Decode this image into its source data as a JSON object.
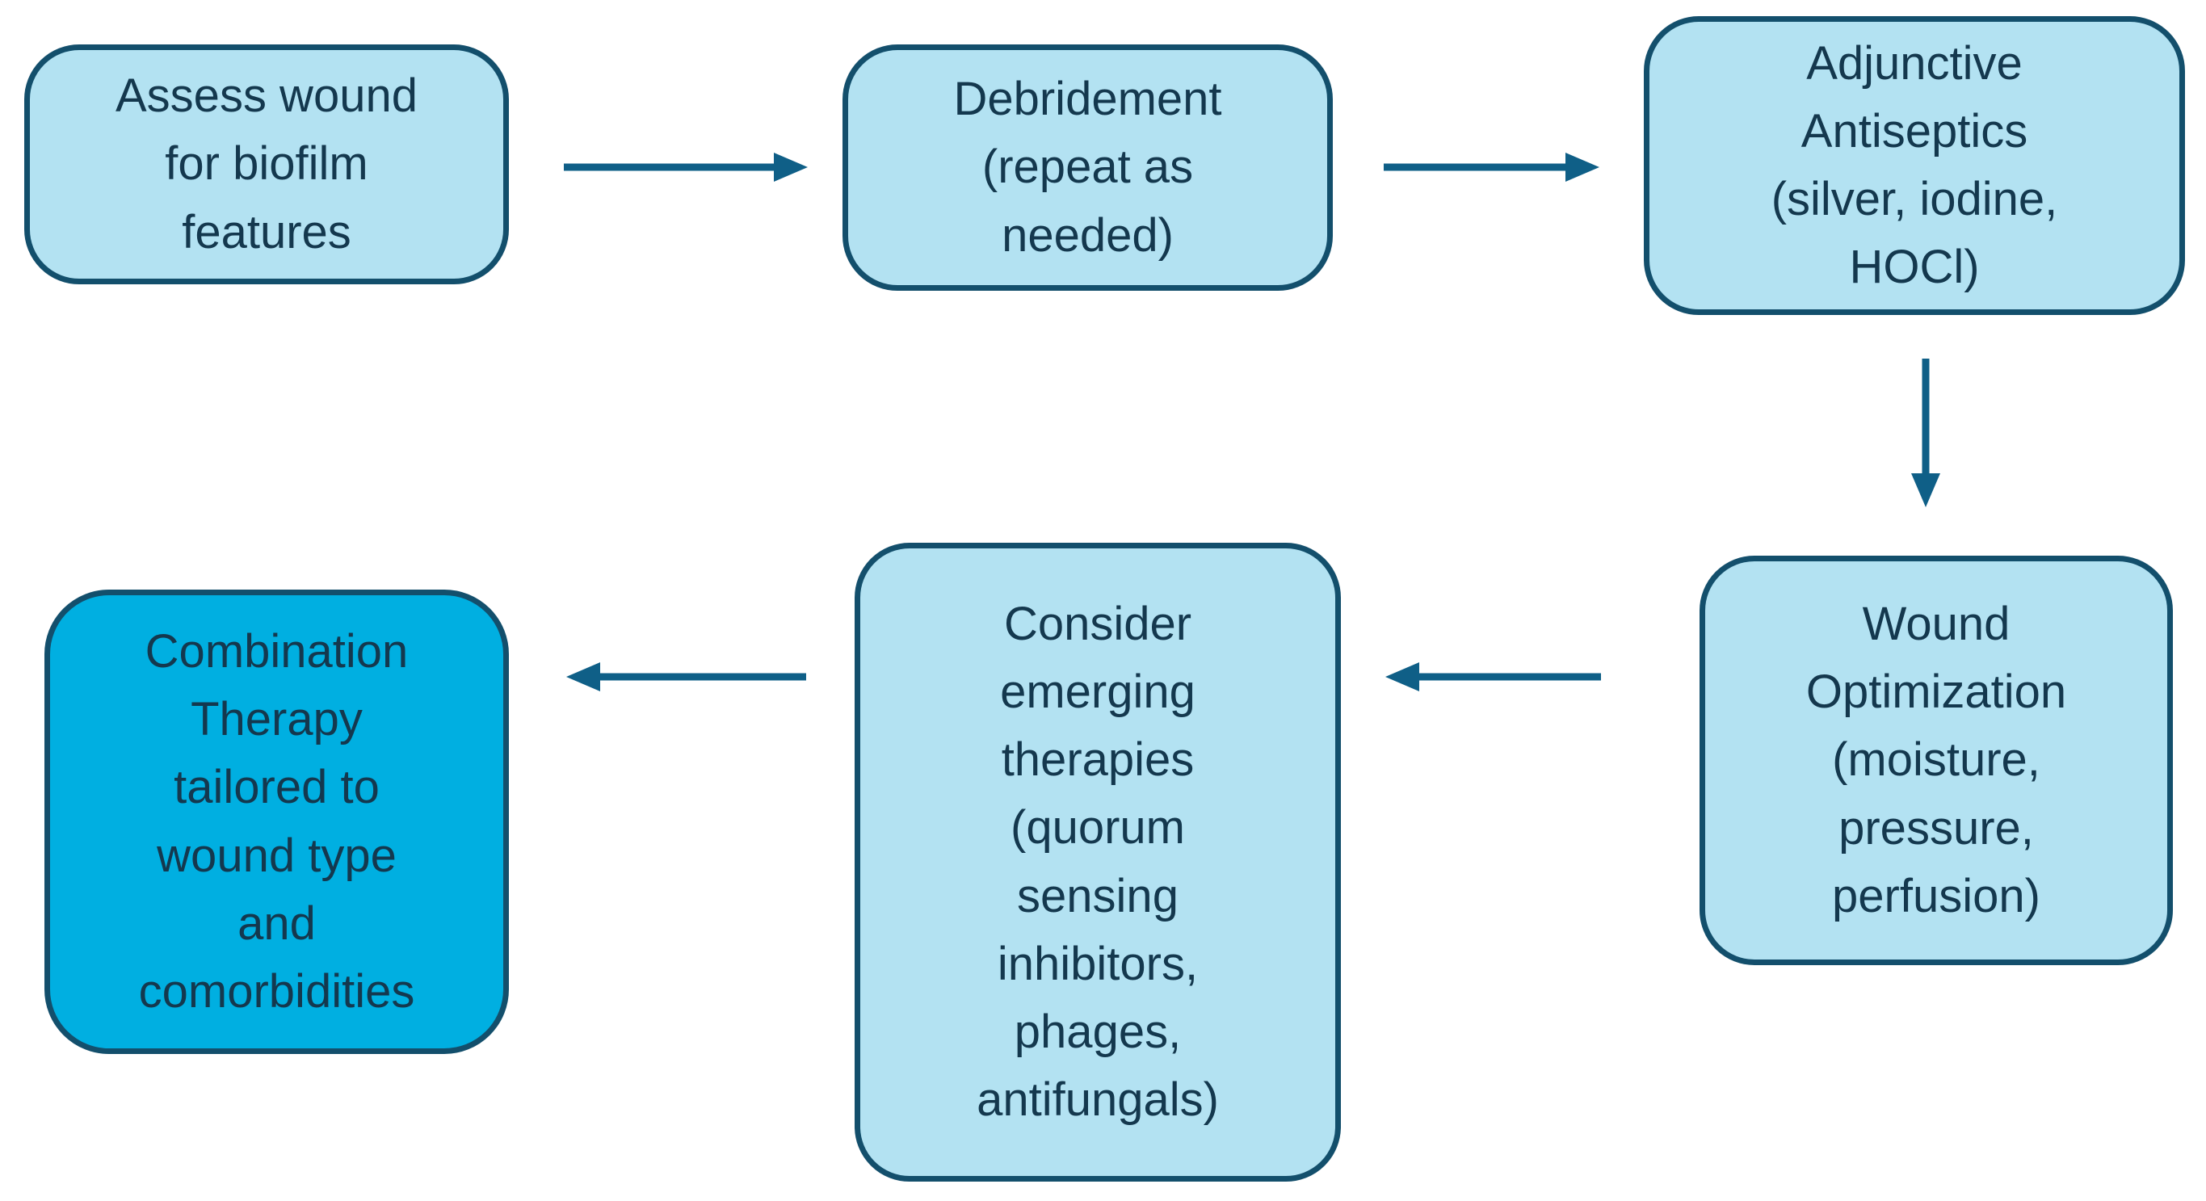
{
  "diagram": {
    "type": "flowchart",
    "background": "#ffffff",
    "colors": {
      "box_fill": "#B3E2F2",
      "box_fill_highlight": "#00AFE1",
      "box_border": "#134F6C",
      "arrow": "#0F5F87",
      "text": "#14384E"
    },
    "nodes": [
      {
        "id": "assess-wound",
        "text": "Assess wound\nfor biofilm\nfeatures",
        "highlighted": false
      },
      {
        "id": "debridement",
        "text": "Debridement\n(repeat as\nneeded)",
        "highlighted": false
      },
      {
        "id": "adjunctive-antiseptics",
        "text": "Adjunctive\nAntiseptics\n(silver, iodine,\nHOCl)",
        "highlighted": false
      },
      {
        "id": "wound-optimization",
        "text": "Wound\nOptimization\n(moisture,\npressure,\nperfusion)",
        "highlighted": false
      },
      {
        "id": "emerging-therapies",
        "text": "Consider\nemerging\ntherapies\n(quorum\nsensing\ninhibitors,\nphages,\nantifungals)",
        "highlighted": false
      },
      {
        "id": "combination-therapy",
        "text": "Combination\nTherapy\ntailored to\nwound type\nand\ncomorbidities",
        "highlighted": true
      }
    ],
    "arrows": [
      {
        "from": "assess-wound",
        "to": "debridement",
        "direction": "right"
      },
      {
        "from": "debridement",
        "to": "adjunctive-antiseptics",
        "direction": "right"
      },
      {
        "from": "adjunctive-antiseptics",
        "to": "wound-optimization",
        "direction": "down"
      },
      {
        "from": "wound-optimization",
        "to": "emerging-therapies",
        "direction": "left"
      },
      {
        "from": "emerging-therapies",
        "to": "combination-therapy",
        "direction": "left"
      }
    ]
  }
}
